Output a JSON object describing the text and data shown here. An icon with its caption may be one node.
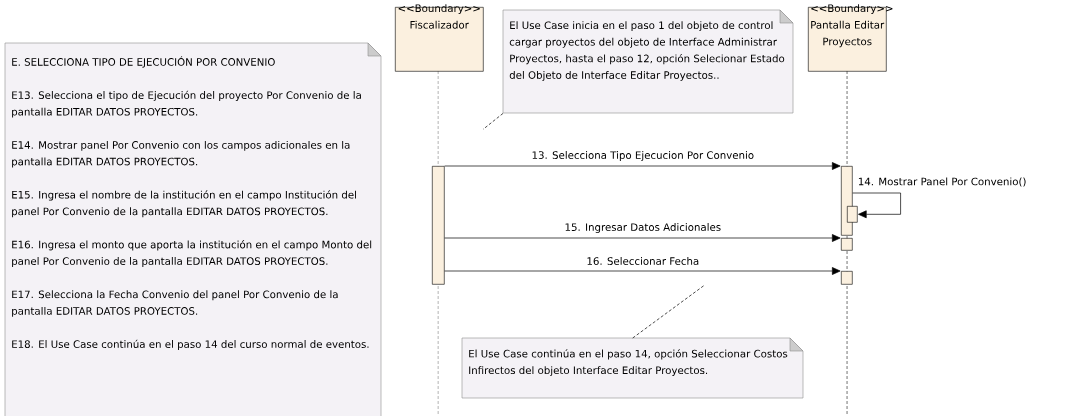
{
  "diagram": {
    "nodes": [
      {
        "text": [
          "E. SELECCIONA TIPO DE EJECUCIÓN POR CONVENIO",
          "E13. Selecciona el tipo de Ejecución del proyecto Por Convenio de la pantalla EDITAR DATOS PROYECTOS.",
          "E14. Mostrar panel Por Convenio con los campos adicionales en la pantalla EDITAR DATOS PROYECTOS.",
          "E15. Ingresa el nombre de la institución en el campo Institución del panel Por Convenio de la pantalla EDITAR DATOS PROYECTOS.",
          "E16. Ingresa el monto que aporta la institución en el campo Monto del panel Por Convenio de la pantalla EDITAR DATOS PROYECTOS.",
          "E17. Selecciona la Fecha Convenio del panel Por Convenio de la pantalla EDITAR DATOS PROYECTOS.",
          "E18. El Use Case continúa en el paso 14 del curso normal de eventos."
        ]
      },
      {
        "text": [
          "<<Boundary>>",
          "Fiscalizador"
        ]
      },
      {
        "text": [
          "El Use Case inicia en el paso 1 del objeto de control cargar proyectos del objeto de Interface Administrar Proyectos, hasta el paso 12, opción Selecionar Estado del Objeto de Interface Editar Proyectos.."
        ]
      },
      {
        "text": [
          "<<Boundary>>",
          "Pantalla Editar Proyectos"
        ]
      },
      {
        "text": [],
        "shape": "bar"
      },
      {
        "text": [],
        "shape": "bar"
      },
      {
        "text": [],
        "shape": "bar"
      },
      {
        "text": [],
        "shape": "bar"
      },
      {
        "text": [],
        "shape": "bar"
      },
      {
        "text": [
          "El Use Case continúa en el paso 14, opción Seleccionar Costos Infirectos del objeto Interface Editar Proyectos."
        ]
      }
    ],
    "edges": [
      {
        "from": 4,
        "to": 5,
        "arrow": "to",
        "label": "13. Selecciona Tipo Ejecucion Por Convenio"
      },
      {
        "from": 5,
        "to": 6,
        "arrow": "to",
        "label": "14. Mostrar Panel Por Convenio()"
      },
      {
        "from": 4,
        "to": 7,
        "arrow": "to",
        "label": "15. Ingresar Datos Adicionales"
      },
      {
        "from": 4,
        "to": 8,
        "arrow": "to",
        "label": "16. Seleccionar Fecha"
      },
      {
        "from": 2,
        "to": null,
        "arrow": "none",
        "style": "dashed"
      },
      {
        "from": 9,
        "to": null,
        "arrow": "none",
        "style": "dashed"
      }
    ]
  }
}
